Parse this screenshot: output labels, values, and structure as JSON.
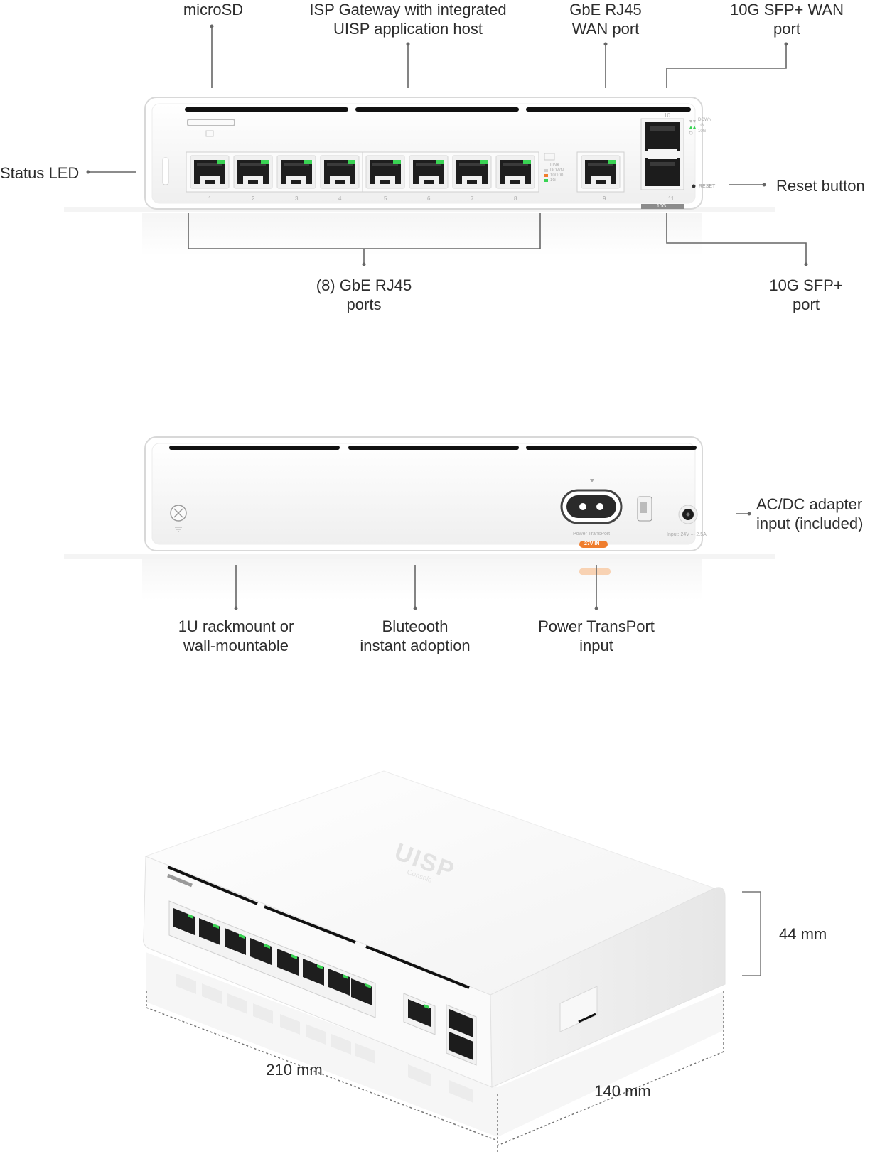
{
  "front": {
    "labels": {
      "microsd": [
        "microSD"
      ],
      "gateway": [
        "ISP Gateway with integrated",
        "UISP application host"
      ],
      "wan_rj45": [
        "GbE RJ45",
        "WAN port"
      ],
      "wan_sfp": [
        "10G SFP+ WAN",
        "port"
      ],
      "status_led": [
        "Status LED"
      ],
      "reset": [
        "Reset button"
      ],
      "rj45_ports": [
        "(8) GbE RJ45",
        "ports"
      ],
      "sfp_port": [
        "10G SFP+",
        "port"
      ]
    },
    "port_numbers": [
      "1",
      "2",
      "3",
      "4",
      "5",
      "6",
      "7",
      "8"
    ],
    "wan_port_number": "9",
    "sfp_numbers": [
      "10",
      "11"
    ],
    "legend": [
      "LINK",
      "DOWN",
      "10/100",
      "1G"
    ],
    "sfp_legend": [
      "DOWN",
      "1G",
      "10G"
    ],
    "reset_text": "RESET",
    "sfp_tag": "10G"
  },
  "back": {
    "labels": {
      "rackmount": [
        "1U rackmount or",
        "wall-mountable"
      ],
      "bluetooth": [
        "Bluteooth",
        "instant adoption"
      ],
      "transport": [
        "Power TransPort",
        "input"
      ],
      "adapter": [
        "AC/DC adapter",
        "input (included)"
      ]
    },
    "transport_caption": "Power TransPort",
    "transport_badge": "27V IN",
    "input_caption": "Input: 24V ⎓ 2.5A"
  },
  "iso": {
    "logo": "UISP",
    "logo_sub": "Console",
    "dims": {
      "height": "44 mm",
      "width": "210 mm",
      "depth": "140 mm"
    }
  },
  "colors": {
    "led_green": "#39d353",
    "accent_orange": "#ef7d2d",
    "body": "#f7f7f7"
  }
}
